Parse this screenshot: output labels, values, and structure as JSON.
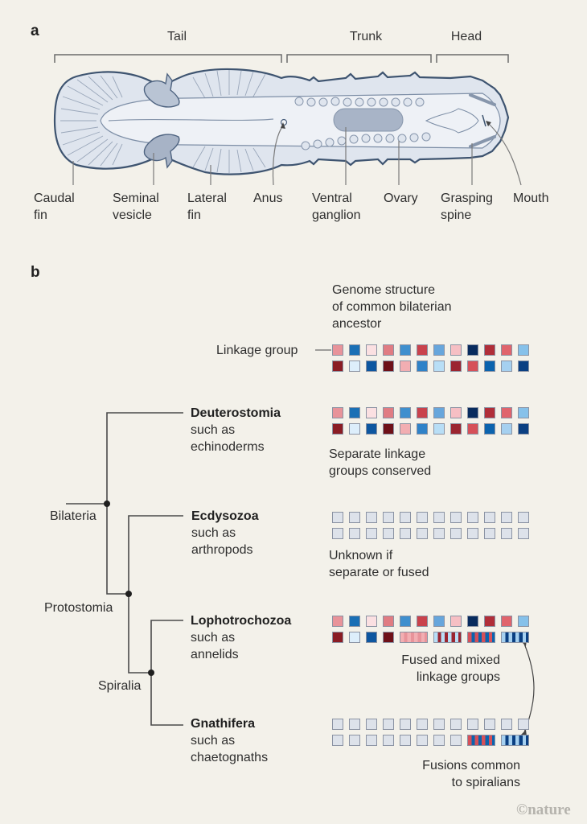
{
  "panel_a": {
    "label": "a",
    "regions": {
      "tail": "Tail",
      "trunk": "Trunk",
      "head": "Head"
    },
    "anatomy_labels": {
      "caudal_fin": [
        "Caudal",
        "fin"
      ],
      "seminal_vesicle": [
        "Seminal",
        "vesicle"
      ],
      "lateral_fin": [
        "Lateral",
        "fin"
      ],
      "anus": [
        "Anus"
      ],
      "ventral_ganglion": [
        "Ventral",
        "ganglion"
      ],
      "ovary": [
        "Ovary"
      ],
      "grasping_spine": [
        "Grasping",
        "spine"
      ],
      "mouth": [
        "Mouth"
      ]
    }
  },
  "panel_b": {
    "label": "b",
    "ancestor": {
      "title": [
        "Genome structure",
        "of common bilaterian",
        "ancestor"
      ],
      "linkage_label": "Linkage group",
      "top_row": [
        "#e8939a",
        "#1a6fb5",
        "#fbe0e2",
        "#e07c83",
        "#3f8fce",
        "#c9424c",
        "#67a6dc",
        "#f6bfc4",
        "#082b5e",
        "#b02e39",
        "#e0646d",
        "#86c1ea"
      ],
      "bottom_row": [
        "#8a1c24",
        "#ddeefb",
        "#0d56a0",
        "#6e1018",
        "#f2aeb2",
        "#2f82c8",
        "#b8def6",
        "#9b2530",
        "#d65059",
        "#0b63ae",
        "#a5d0f0",
        "#0a3f82"
      ]
    },
    "tree_nodes": {
      "bilateria": "Bilateria",
      "protostomia": "Protostomia",
      "spiralia": "Spiralia"
    },
    "clades": [
      {
        "name": "Deuterostomia",
        "example_line1": "such as",
        "example_line2": "echinoderms",
        "note": [
          "Separate linkage",
          "groups conserved"
        ]
      },
      {
        "name": "Ecdysozoa",
        "example_line1": "such as",
        "example_line2": "arthropods",
        "note": [
          "Unknown if",
          "separate or fused"
        ]
      },
      {
        "name": "Lophotrochozoa",
        "example_line1": "such as",
        "example_line2": "annelids",
        "note": [
          "Fused and mixed",
          "linkage groups"
        ]
      },
      {
        "name": "Gnathifera",
        "example_line1": "such as",
        "example_line2": "chaetognaths",
        "note": [
          "Fusions common",
          "to spiralians"
        ]
      }
    ],
    "unknown_color": "#dde2ea",
    "fused_blocks": {
      "lopho": [
        [
          "#f2aeb2",
          "#e8939a"
        ],
        [
          "#b8def6",
          "#9b2530"
        ],
        [
          "#d65059",
          "#0b63ae"
        ],
        [
          "#a5d0f0",
          "#0a3f82"
        ]
      ],
      "gnathi": [
        [
          "#d65059",
          "#0b63ae"
        ],
        [
          "#a5d0f0",
          "#0a3f82"
        ]
      ]
    }
  },
  "credit": "©nature"
}
